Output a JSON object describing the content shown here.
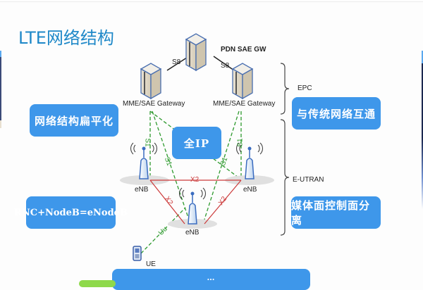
{
  "slide": {
    "title": "LTE网络结构"
  },
  "diagram": {
    "nodes": {
      "pdn_gw": "PDN SAE GW",
      "mme_left": "MME/SAE Gateway",
      "mme_right": "MME/SAE Gateway",
      "enb_left": "eNB",
      "enb_right": "eNB",
      "enb_center": "eNB",
      "ue": "UE"
    },
    "links": {
      "s8_left": "S8",
      "s8_right": "S8",
      "s1": "S1",
      "x2": "X2",
      "uu": "Uu"
    },
    "groups": {
      "epc": "EPC",
      "eutran": "E-UTRAN"
    },
    "colors": {
      "s1_link": "#2e9a2e",
      "x2_link": "#cc3b3b",
      "uu_link": "#2e9a2e",
      "callout_box": "#3e97ea"
    }
  },
  "callouts": {
    "flat": "网络结构扁平化",
    "interwork": "与传统网络互通",
    "all_ip": "全IP",
    "rnc": "RNC+NodeB=eNodeB",
    "separation": "媒体面控制面分离",
    "bottom": "…"
  }
}
